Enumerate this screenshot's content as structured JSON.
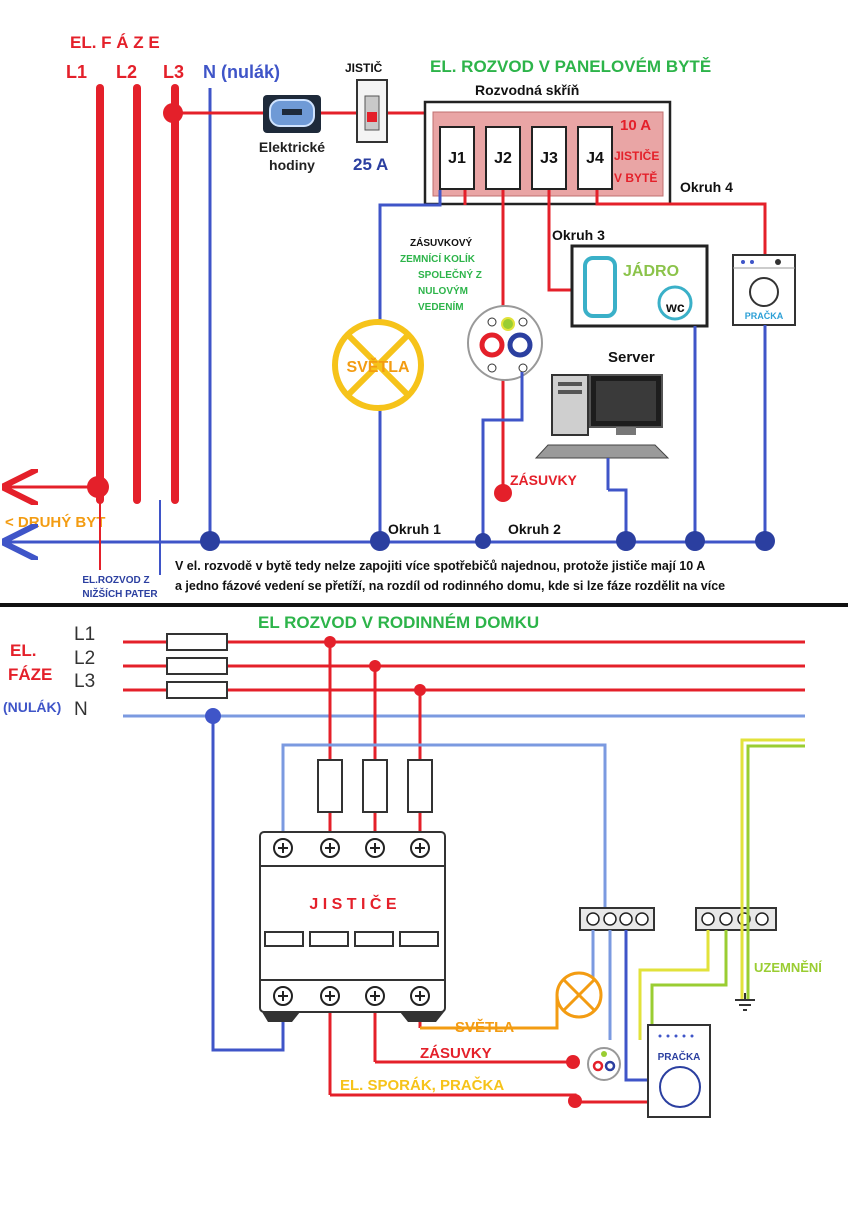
{
  "top": {
    "title": "EL. ROZVOD V PANELOVÉM BYTĚ",
    "phases_heading": "EL. F Á Z E",
    "phase_labels": [
      "L1",
      "L2",
      "L3"
    ],
    "neutral_label": "N (nulák)",
    "main_breaker_label": "JISTIČ",
    "main_breaker_rating": "25 A",
    "meter_label_1": "Elektrické",
    "meter_label_2": "hodiny",
    "cabinet_title": "Rozvodná skříň",
    "breakers": [
      "J1",
      "J2",
      "J3",
      "J4"
    ],
    "breaker_note_1": "10 A",
    "breaker_note_2": "JISTIČE",
    "breaker_note_3": "V BYTĚ",
    "circuits": [
      "Okruh 1",
      "Okruh 2",
      "Okruh 3",
      "Okruh 4"
    ],
    "core_label": "JÁDRO",
    "wc_label": "wc",
    "washer_label": "PRAČKA",
    "lights_label": "SVĚTLA",
    "socket_note": [
      "ZÁSUVKOVÝ",
      "ZEMNÍCÍ KOLÍK",
      "SPOLEČNÝ Z",
      "NULOVÝM",
      "VEDENÍM"
    ],
    "server_label": "Server",
    "sockets_label": "ZÁSUVKY",
    "second_flat_label": "< DRUHÝ BYT",
    "lower_floors_label_1": "EL.ROZVOD Z",
    "lower_floors_label_2": "NIŽŠÍCH PATER",
    "note_line_1": "V el. rozvodě v bytě tedy nelze zapojiti více spotřebičů najednou, protože jističe mají 10 A",
    "note_line_2": "a jedno fázové vedení se přetíží, na rozdíl od rodinného domu, kde si lze fáze rozdělit na více"
  },
  "bottom": {
    "title": "EL ROZVOD V RODINNÉM DOMKU",
    "phases_label_1": "EL.",
    "phases_label_2": "FÁZE",
    "neutral_label": "(NULÁK)",
    "line_labels": [
      "L1",
      "L2",
      "L3",
      "N"
    ],
    "breakers_label": "J I S T I Č E",
    "earthing_label": "UZEMNĚNÍ",
    "lights_label": "SVĚTLA",
    "sockets_label": "ZÁSUVKY",
    "stove_label": "EL. SPORÁK, PRAČKA",
    "washer_label": "PRAČKA"
  },
  "colors": {
    "phase_red": "#e4202a",
    "neutral_blue": "#3f55c8",
    "title_green": "#2db44a",
    "ground_yellow": "#e2e23a",
    "ground_green": "#9acd32",
    "orange": "#f39c12",
    "light_yellow": "#f6c31a",
    "cabinet_pink": "#e9a5a5"
  }
}
